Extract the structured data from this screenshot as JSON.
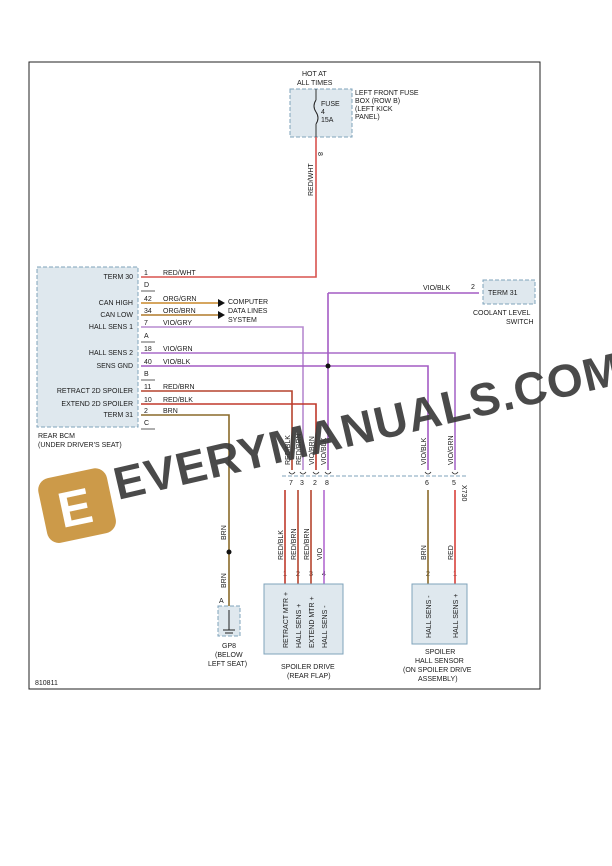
{
  "diagram_id": "810811",
  "colors": {
    "red_wht": "#d9534f",
    "red": "#d9413a",
    "red_blk": "#c0392b",
    "red_brn": "#b5442e",
    "org_grn": "#c8892a",
    "org_brn": "#b07a2a",
    "vio": "#b36ad1",
    "vio_blk": "#a45cc4",
    "vio_grn": "#a86bc9",
    "vio_gry": "#b78bd0",
    "brn": "#8a6a2a",
    "component_fill": "#dfe8ee",
    "component_border": "#7fa3bb"
  },
  "fuse_box": {
    "hot_label_1": "HOT AT",
    "hot_label_2": "ALL TIMES",
    "title_1": "LEFT FRONT FUSE",
    "title_2": "BOX (ROW B)",
    "title_3": "(LEFT KICK",
    "title_4": "PANEL)",
    "fuse_label": "FUSE",
    "fuse_number": "4",
    "fuse_rating": "15A",
    "pin": "8",
    "wire": "RED/WHT"
  },
  "bcm": {
    "title_1": "REAR BCM",
    "title_2": "(UNDER DRIVER'S SEAT)",
    "pins": [
      {
        "label": "TERM 30",
        "num": "1",
        "pin": "1",
        "wire": "RED/WHT"
      },
      {
        "label": "",
        "num": "",
        "pin": "D",
        "wire": ""
      },
      {
        "label": "CAN HIGH",
        "num": "",
        "pin": "42",
        "wire": "ORG/GRN"
      },
      {
        "label": "CAN LOW",
        "num": "",
        "pin": "34",
        "wire": "ORG/BRN"
      },
      {
        "label": "HALL SENS 1",
        "num": "",
        "pin": "7",
        "wire": "VIO/GRY"
      },
      {
        "label": "",
        "num": "",
        "pin": "A",
        "wire": ""
      },
      {
        "label": "HALL SENS 2",
        "num": "",
        "pin": "18",
        "wire": "VIO/GRN"
      },
      {
        "label": "SENS GND",
        "num": "",
        "pin": "40",
        "wire": "VIO/BLK"
      },
      {
        "label": "",
        "num": "",
        "pin": "B",
        "wire": ""
      },
      {
        "label": "RETRACT 2D SPOILER",
        "num": "",
        "pin": "11",
        "wire": "RED/BRN"
      },
      {
        "label": "EXTEND 2D SPOILER",
        "num": "",
        "pin": "10",
        "wire": "RED/BLK"
      },
      {
        "label": "TERM 31",
        "num": "",
        "pin": "2",
        "wire": "BRN"
      },
      {
        "label": "",
        "num": "",
        "pin": "C",
        "wire": ""
      }
    ]
  },
  "computer_data": {
    "line_1": "COMPUTER",
    "line_2": "DATA LINES",
    "line_3": "SYSTEM"
  },
  "coolant": {
    "term": "TERM 31",
    "pin": "2",
    "wire": "VIO/BLK",
    "title_1": "COOLANT LEVEL",
    "title_2": "SWITCH"
  },
  "ground": {
    "wire_upper": "BRN",
    "wire_lower": "BRN",
    "pin": "A",
    "name": "GP8",
    "loc_1": "(BELOW",
    "loc_2": "LEFT SEAT)"
  },
  "junction": {
    "upper_wires": [
      "RED/BLK",
      "RED/BRN",
      "VIO/BRN",
      "VIO/BLK",
      "VIO/BLK",
      "VIO/GRN"
    ],
    "upper_pins": [
      "7",
      "3",
      "2",
      "8",
      "6",
      "5"
    ],
    "connector": "X730"
  },
  "spoiler_drive": {
    "wires": [
      "RED/BLK",
      "RED/BRN",
      "RED/BRN",
      "VIO"
    ],
    "pins": [
      "1",
      "2",
      "3",
      "4"
    ],
    "labels": [
      "RETRACT MTR +",
      "HALL SENS +",
      "EXTEND MTR +",
      "HALL SENS -"
    ],
    "title_1": "SPOILER DRIVE",
    "title_2": "(REAR FLAP)"
  },
  "hall_sensor": {
    "wires": [
      "BRN",
      "RED"
    ],
    "pins": [
      "2",
      "1"
    ],
    "labels": [
      "HALL SENS -",
      "HALL SENS +"
    ],
    "title_1": "SPOILER",
    "title_2": "HALL SENSOR",
    "title_3": "(ON SPOILER DRIVE",
    "title_4": "ASSEMBLY)"
  },
  "watermark": {
    "text": "EVERYMANUALS.COM",
    "logo_letter": "E"
  }
}
